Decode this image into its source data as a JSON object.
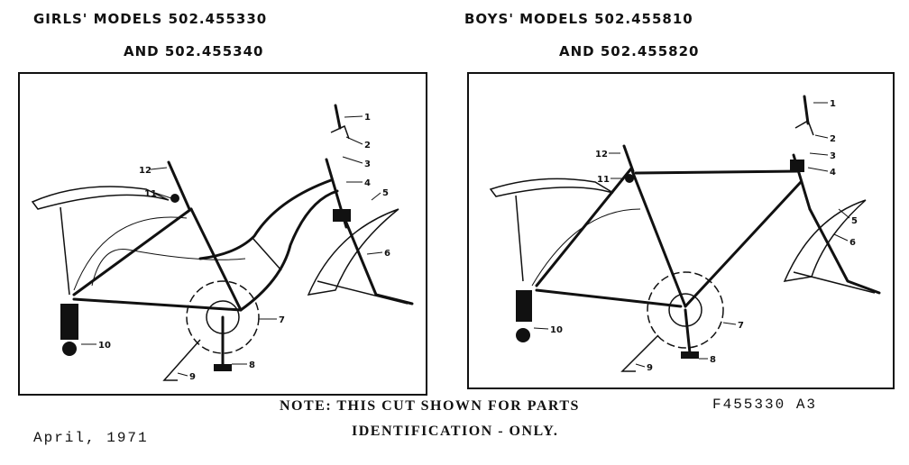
{
  "headers": {
    "girls_line1": "GIRLS' MODELS 502.455330",
    "girls_line2": "AND 502.455340",
    "boys_line1": "BOYS' MODELS 502.455810",
    "boys_line2": "AND 502.455820"
  },
  "callouts": {
    "girls": [
      "1",
      "2",
      "3",
      "4",
      "5",
      "6",
      "7",
      "8",
      "9",
      "10",
      "11",
      "12"
    ],
    "boys": [
      "1",
      "2",
      "3",
      "4",
      "5",
      "6",
      "7",
      "8",
      "9",
      "10",
      "11",
      "12"
    ]
  },
  "note": {
    "line1": "NOTE: THIS CUT SHOWN FOR PARTS",
    "line2": "IDENTIFICATION - ONLY."
  },
  "figure_code": "F455330 A3",
  "date": "April, 1971"
}
